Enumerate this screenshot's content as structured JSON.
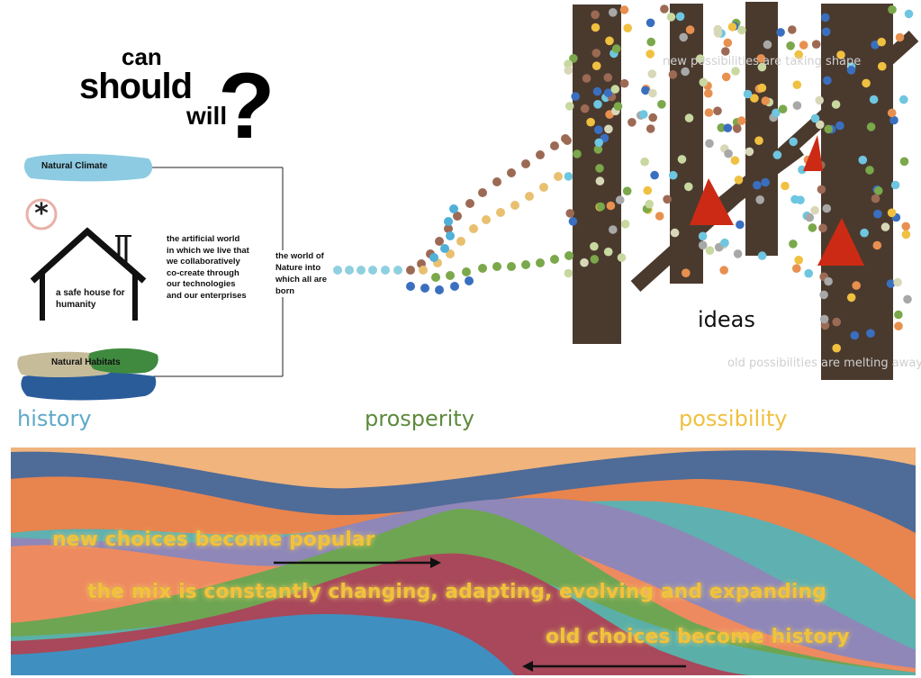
{
  "question": {
    "can": "can",
    "should": "should",
    "will": "will",
    "mark": "?"
  },
  "left_diagram": {
    "climate_label": "Natural Climate",
    "house_label": "a safe house for humanity",
    "artificial_world": "the artificial world in which we live that we collaboratively co-create through our technologies and our enterprises",
    "nature_world": "the world of Nature into which all are born",
    "habitats_label": "Natural Habitats"
  },
  "right_diagram": {
    "new_possibilities": "new possibilities are taking shape",
    "ideas": "ideas",
    "old_possibilities": "old possibilities are melting away"
  },
  "themes": {
    "history": "history",
    "prosperity": "prosperity",
    "possibility": "possibility"
  },
  "stream": {
    "new_choices": "new choices become popular",
    "mix": "the mix is constantly changing, adapting, evolving and expanding",
    "old_choices": "old choices become history"
  },
  "colors": {
    "trunk": "#4a3a2e",
    "history": "#5fa9c9",
    "prosperity": "#5d8a3c",
    "possibility": "#f0c040",
    "triangle": "#cc2a14",
    "text_glow": "#f2c23a"
  }
}
